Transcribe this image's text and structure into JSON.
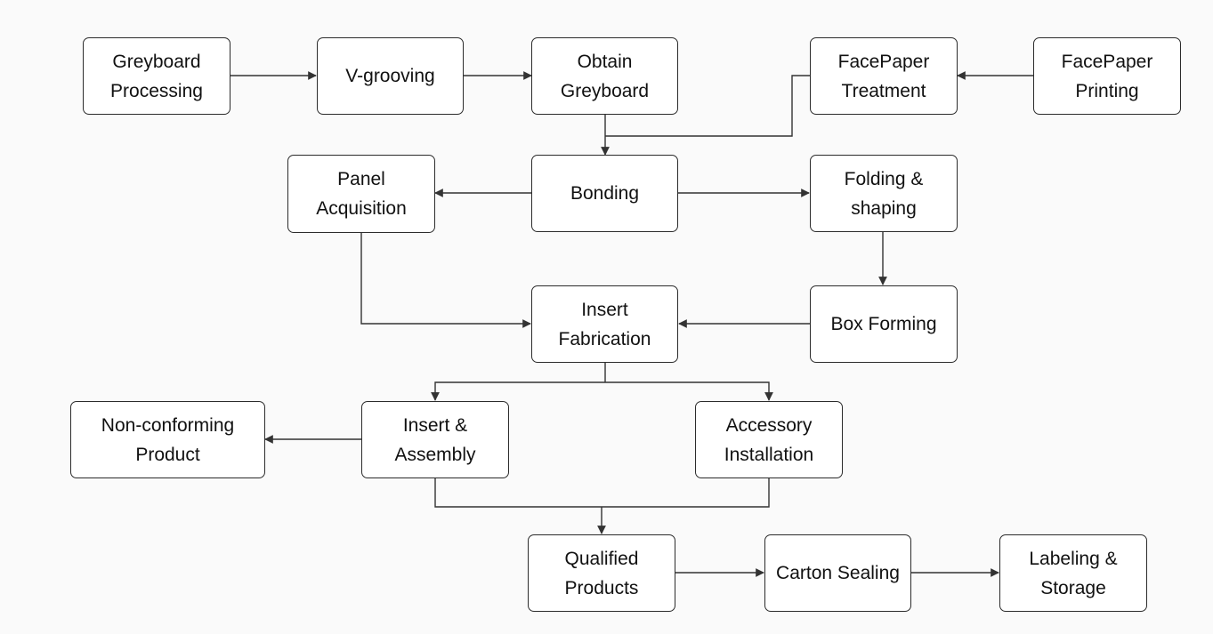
{
  "nodes": {
    "greyboard_processing": "Greyboard\nProcessing",
    "v_grooving": "V-grooving",
    "obtain_greyboard": "Obtain\nGreyboard",
    "facepaper_treatment": "FacePaper\nTreatment",
    "facepaper_printing": "FacePaper\nPrinting",
    "panel_acquisition": "Panel\nAcquisition",
    "bonding": "Bonding",
    "folding_shaping": "Folding &\nshaping",
    "insert_fabrication": "Insert\nFabrication",
    "box_forming": "Box Forming",
    "non_conforming_product": "Non-conforming\nProduct",
    "insert_assembly": "Insert &\nAssembly",
    "accessory_installation": "Accessory\nInstallation",
    "qualified_products": "Qualified\nProducts",
    "carton_sealing": "Carton Sealing",
    "labeling_storage": "Labeling &\nStorage"
  },
  "edges": [
    {
      "from": "Greyboard Processing",
      "to": "V-grooving"
    },
    {
      "from": "V-grooving",
      "to": "Obtain Greyboard"
    },
    {
      "from": "FacePaper Printing",
      "to": "FacePaper Treatment"
    },
    {
      "from": "Obtain Greyboard",
      "to": "Bonding"
    },
    {
      "from": "FacePaper Treatment",
      "to": "Bonding"
    },
    {
      "from": "Bonding",
      "to": "Panel Acquisition"
    },
    {
      "from": "Bonding",
      "to": "Folding & shaping"
    },
    {
      "from": "Folding & shaping",
      "to": "Box Forming"
    },
    {
      "from": "Box Forming",
      "to": "Insert Fabrication"
    },
    {
      "from": "Panel Acquisition",
      "to": "Insert Fabrication"
    },
    {
      "from": "Insert Fabrication",
      "to": "Insert & Assembly"
    },
    {
      "from": "Insert Fabrication",
      "to": "Accessory Installation"
    },
    {
      "from": "Insert & Assembly",
      "to": "Non-conforming Product"
    },
    {
      "from": "Insert & Assembly",
      "to": "Qualified Products"
    },
    {
      "from": "Accessory Installation",
      "to": "Qualified Products"
    },
    {
      "from": "Qualified Products",
      "to": "Carton Sealing"
    },
    {
      "from": "Carton Sealing",
      "to": "Labeling & Storage"
    }
  ]
}
